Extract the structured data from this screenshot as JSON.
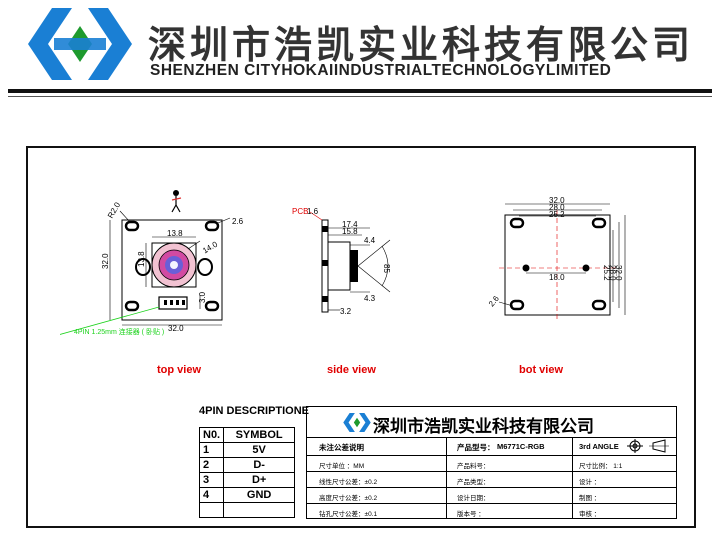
{
  "header": {
    "company_cn": "深圳市浩凯实业科技有限公司",
    "company_en": "SHENZHEN CITYHOKAIINDUSTRIALTECHNOLOGYLIMITED",
    "logo_colors": {
      "blue": "#1a7fd4",
      "green": "#1e9a2e"
    }
  },
  "views": {
    "top": {
      "label": "top view",
      "dims": {
        "corner_r": "R2.0",
        "hole": "2.6",
        "lens_w": "13.8",
        "lens_d": "14.0",
        "lens_h": "13.8",
        "board_h": "32.0",
        "conn_h": "3.0",
        "board_w": "32.0"
      },
      "connector_note": "4PIN 1.25mm 连接器 ( 卧贴 )"
    },
    "side": {
      "label": "side view",
      "dims": {
        "pcb": "PCB",
        "pcb_t": "1.6",
        "d1": "17.4",
        "d2": "15.8",
        "d3": "4.4",
        "angle": "85",
        "d4": "4.3",
        "d5": "3.2"
      }
    },
    "bot": {
      "label": "bot view",
      "dims": {
        "w1": "32.0",
        "w2": "28.0",
        "w3": "25.2",
        "h1": "25.2",
        "h2": "28.0",
        "h3": "32.0",
        "hole_sp": "18.0",
        "hole": "2.6"
      }
    }
  },
  "pin_table": {
    "title": "4PIN DESCRIPTIONE",
    "header": {
      "no": "N0.",
      "symbol": "SYMBOL"
    },
    "rows": [
      {
        "no": "1",
        "symbol": "5V"
      },
      {
        "no": "2",
        "symbol": "D-"
      },
      {
        "no": "3",
        "symbol": "D+"
      },
      {
        "no": "4",
        "symbol": "GND"
      },
      {
        "no": "",
        "symbol": ""
      }
    ]
  },
  "title_block": {
    "company": "深圳市浩凯实业科技有限公司",
    "r1": {
      "a": "未注公差说明",
      "b_label": "产品型号：",
      "b_value": "M6771C-RGB",
      "c": "3rd ANGLE"
    },
    "r2": {
      "a": "尺寸单位      ：MM",
      "b": "产品料号：",
      "c": "尺寸比例：  1:1"
    },
    "r3": {
      "a": "线性尺寸公差：±0.2",
      "b": "产品类型：",
      "c": "设计      ："
    },
    "r4": {
      "a": "高度尺寸公差：±0.2",
      "b": "设计日期：",
      "c": "制图      ："
    },
    "r5": {
      "a": "钻孔尺寸公差：±0.1",
      "b": "版本号  ：",
      "c": "审核      ："
    }
  }
}
